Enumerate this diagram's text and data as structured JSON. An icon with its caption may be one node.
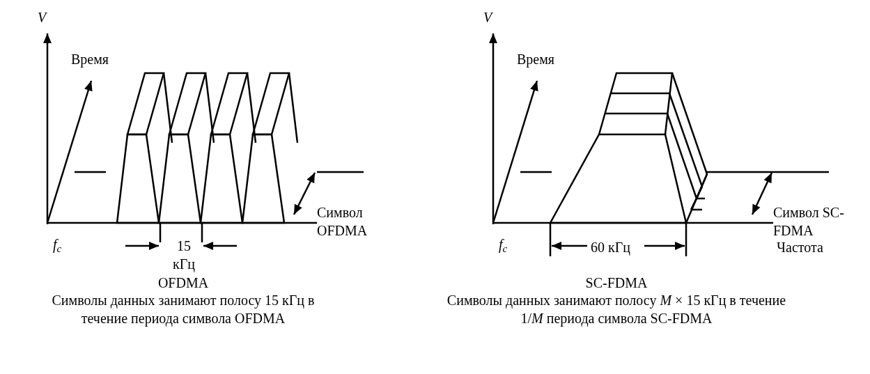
{
  "diagram": {
    "labels": [
      "V",
      "Время",
      "Символ OFDMA",
      "f$_{c}$",
      "15 кГц",
      "OFDMA",
      "Символы данных занимают полосу 15 кГц в течение периода символа OFDMA",
      "V",
      "Время",
      "Символ SC-FDMA",
      "f$_{c}$",
      "60 кГц",
      "Частота",
      "SC-FDMA",
      "Символы данных занимают полосу *M* × 15 кГц в течение 1/*M* периода символа SC-FDMA"
    ]
  }
}
